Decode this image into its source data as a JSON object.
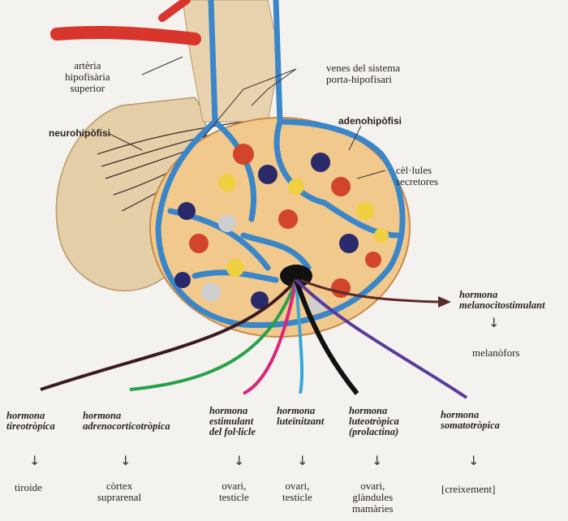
{
  "top_labels": {
    "artery": [
      "artèria",
      "hipofisària",
      "superior"
    ],
    "veins": [
      "venes del sistema",
      "porta-hipofisari"
    ],
    "neurohypophysis": "neurohipòfisi",
    "adenohypophysis": "adenohipòfisi",
    "cells": [
      "cèl·lules",
      "secretores"
    ]
  },
  "msh": {
    "title": [
      "hormona",
      "melanocitostimulant"
    ],
    "arrow": "↓",
    "target": "melanòfors"
  },
  "hormones": [
    {
      "name": [
        "hormona",
        "tireotròpica"
      ],
      "target": [
        "tiroide"
      ],
      "color": "#3a1a20"
    },
    {
      "name": [
        "hormona",
        "adrenocorticotròpica"
      ],
      "target": [
        "còrtex",
        "suprarenal"
      ],
      "color": "#2aa04a"
    },
    {
      "name": [
        "hormona",
        "estimulant",
        "del fol·licle"
      ],
      "target": [
        "ovari,",
        "testicle"
      ],
      "color": "#d9267a"
    },
    {
      "name": [
        "hormona",
        "luteïnitzant"
      ],
      "target": [
        "ovari,",
        "testicle"
      ],
      "color": "#3aa6d8"
    },
    {
      "name": [
        "hormona",
        "luteotròpica",
        "(prolactina)"
      ],
      "target": [
        "ovari,",
        "glàndules",
        "mamàries"
      ],
      "color": "#111111"
    },
    {
      "name": [
        "hormona",
        "somatotròpica"
      ],
      "target": [
        "[creixement]"
      ],
      "color": "#5a3a9a"
    }
  ],
  "down_arrow": "↓"
}
